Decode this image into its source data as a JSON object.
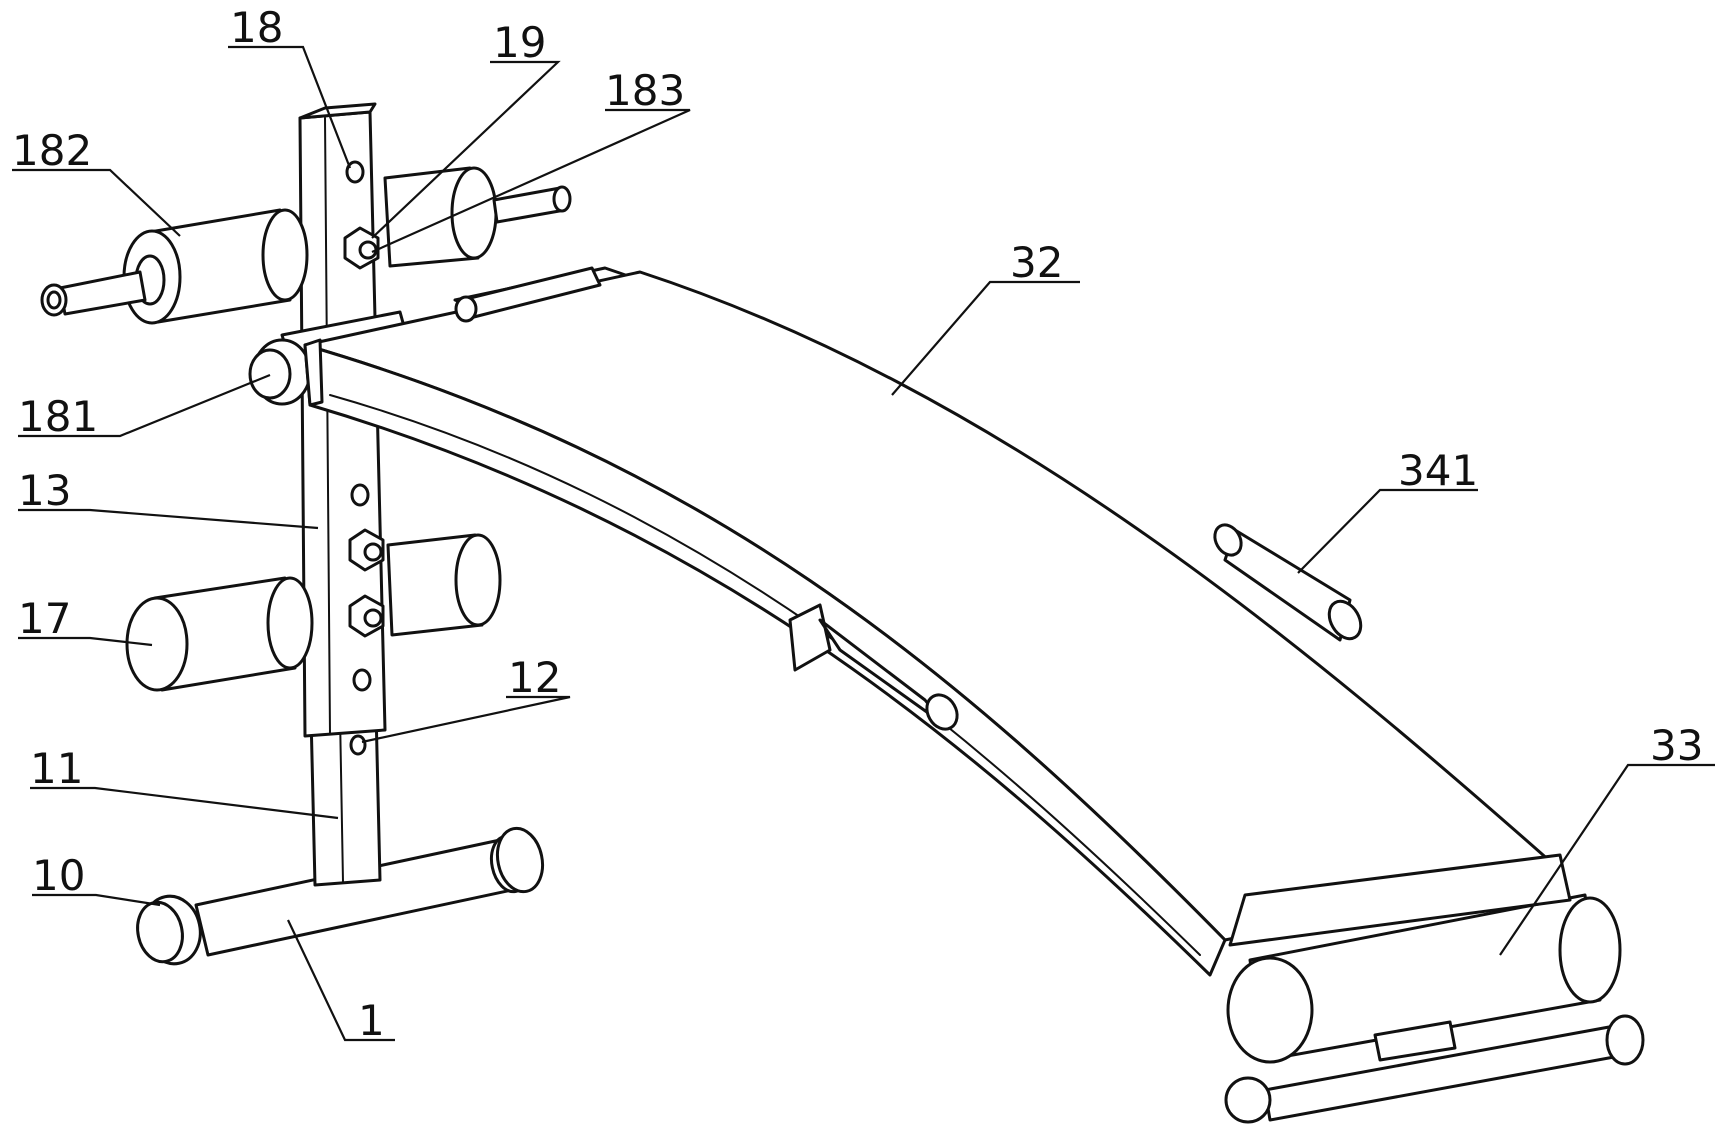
{
  "figure": {
    "background": "#ffffff",
    "stroke_color": "#111111",
    "labels": [
      {
        "id": "1",
        "text": "1"
      },
      {
        "id": "10",
        "text": "10"
      },
      {
        "id": "11",
        "text": "11"
      },
      {
        "id": "12",
        "text": "12"
      },
      {
        "id": "13",
        "text": "13"
      },
      {
        "id": "17",
        "text": "17"
      },
      {
        "id": "18",
        "text": "18"
      },
      {
        "id": "19",
        "text": "19"
      },
      {
        "id": "181",
        "text": "181"
      },
      {
        "id": "182",
        "text": "182"
      },
      {
        "id": "183",
        "text": "183"
      },
      {
        "id": "32",
        "text": "32"
      },
      {
        "id": "33",
        "text": "33"
      },
      {
        "id": "341",
        "text": "341"
      }
    ]
  }
}
